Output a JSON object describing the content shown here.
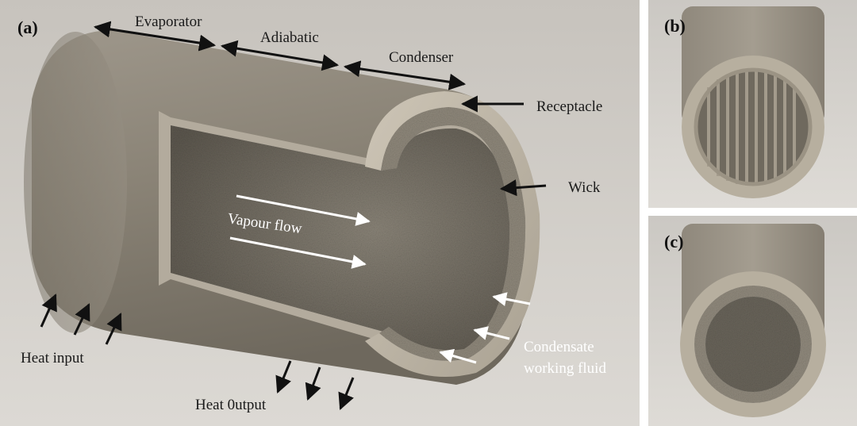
{
  "panels": {
    "a": {
      "label": "(a)"
    },
    "b": {
      "label": "(b)"
    },
    "c": {
      "label": "(c)"
    }
  },
  "labels": {
    "evaporator": "Evaporator",
    "adiabatic": "Adiabatic",
    "condenser": "Condenser",
    "receptacle": "Receptacle",
    "wick": "Wick",
    "vapour_flow": "Vapour flow",
    "condensate_line1": "Condensate",
    "condensate_line2": "working fluid",
    "heat_input": "Heat input",
    "heat_output": "Heat 0utput"
  },
  "colors": {
    "background": "#cfccc7",
    "metal": "#8d8679",
    "porous": "#7d776c",
    "arrow_dark": "#111111",
    "arrow_light": "#ffffff"
  }
}
